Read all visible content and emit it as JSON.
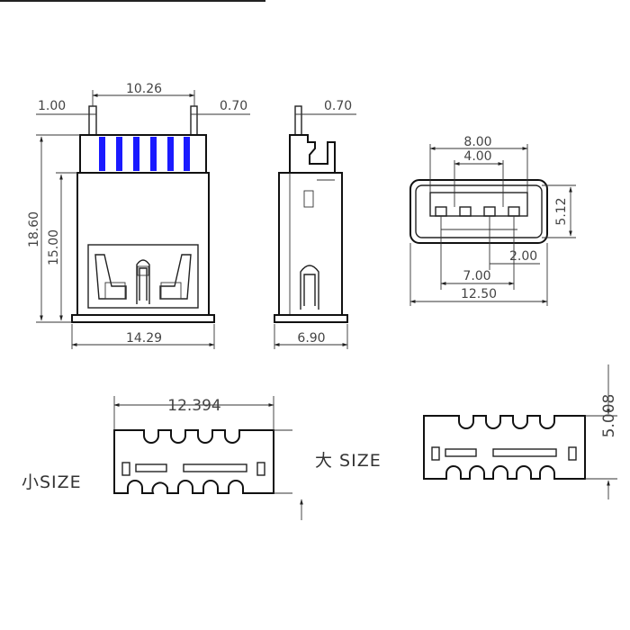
{
  "colors": {
    "ink": "#111111",
    "dim_text": "#444444",
    "pin_blue": "#1a1aff"
  },
  "front_view": {
    "dim_pin_width": "1.00",
    "dim_pin_span": "10.26",
    "dim_pin_thickness": "0.70",
    "dim_total_height": "18.60",
    "dim_body_height": "15.00",
    "dim_body_width": "14.29"
  },
  "side_view": {
    "dim_pin_thickness": "0.70",
    "dim_depth": "6.90"
  },
  "port_view": {
    "dim_tongue_width": "8.00",
    "dim_contact_pitch_outer": "4.00",
    "dim_height": "5.12",
    "dim_contact_pitch": "2.00",
    "dim_contact_span": "7.00",
    "dim_shell_width": "12.50"
  },
  "footprint_small": {
    "label": "小SIZE",
    "dim_width": "12.394"
  },
  "footprint_large": {
    "label": "大 SIZE",
    "dim_height": "5.008"
  }
}
